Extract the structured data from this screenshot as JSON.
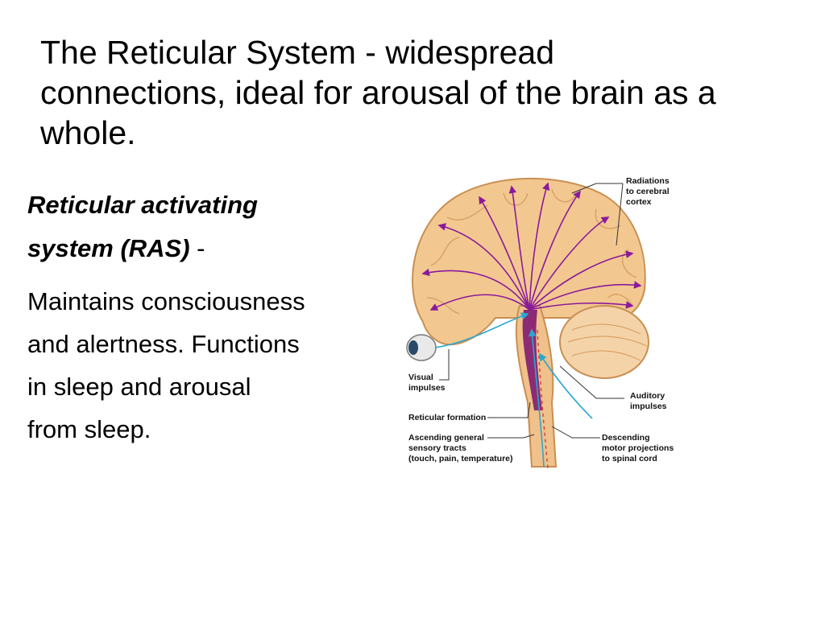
{
  "slide": {
    "title_lines": [
      "The Reticular System - widespread",
      "connections, ideal for arousal of the brain as a",
      "whole."
    ],
    "ras_term_line1": "Reticular activating",
    "ras_term_line2": "system (RAS)",
    "ras_dash": " -",
    "description_lines": [
      "Maintains consciousness",
      "and alertness. Functions",
      "in sleep and arousal",
      "from sleep."
    ]
  },
  "figure": {
    "labels": {
      "radiations": [
        "Radiations",
        "to cerebral",
        "cortex"
      ],
      "visual": [
        "Visual",
        "impulses"
      ],
      "reticular_formation": "Reticular formation",
      "ascending": [
        "Ascending general",
        "sensory tracts",
        "(touch, pain, temperature)"
      ],
      "auditory": [
        "Auditory",
        "impulses"
      ],
      "descending": [
        "Descending",
        "motor projections",
        "to spinal cord"
      ]
    },
    "colors": {
      "brain": "#f2c890",
      "brain_outline": "#c98f52",
      "fibers": "#8a1a9a",
      "sensory": "#2aa7d0",
      "reticular": "#7a1070"
    }
  }
}
